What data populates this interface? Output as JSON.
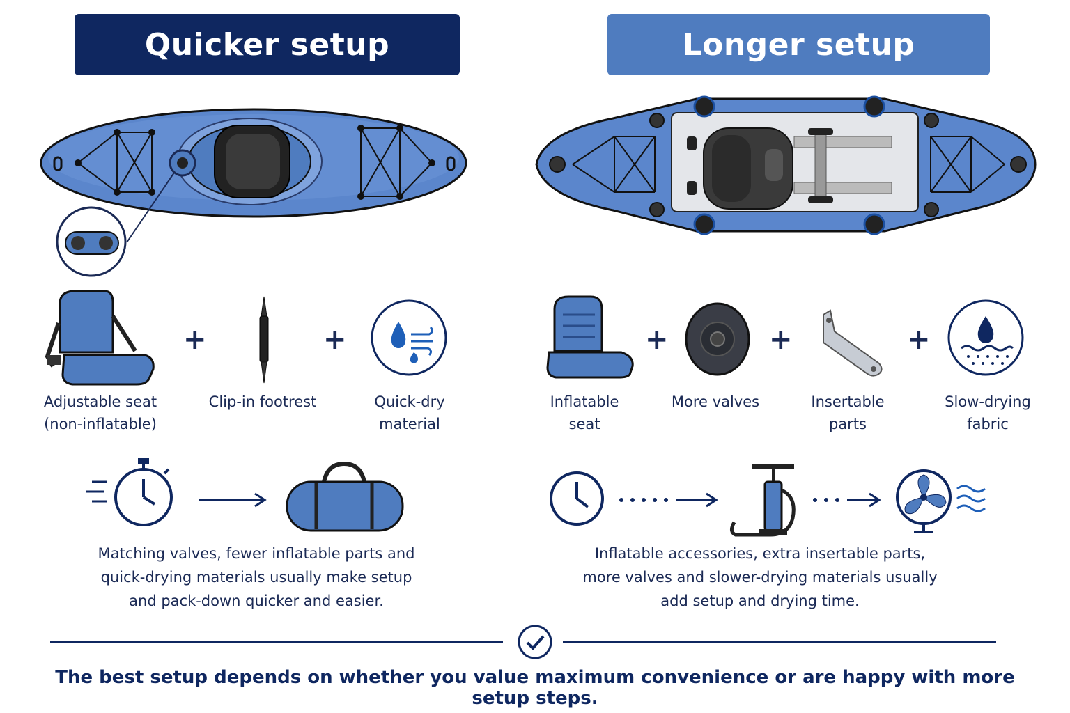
{
  "headers": {
    "left": "Quicker setup",
    "right": "Longer setup"
  },
  "left": {
    "items": [
      {
        "label": "Adjustable seat (non-inflatable)",
        "icon": "seat-icon"
      },
      {
        "label": "Clip-in footrest",
        "icon": "footrest-icon"
      },
      {
        "label": "Quick-dry material",
        "icon": "quick-dry-icon"
      }
    ],
    "caption": "Matching valves, fewer inflatable parts and quick-drying materials usually make setup and pack-down quicker and easier."
  },
  "right": {
    "items": [
      {
        "label": "Inflatable seat",
        "icon": "inflatable-seat-icon"
      },
      {
        "label": "More valves",
        "icon": "valve-icon"
      },
      {
        "label": "Insertable parts",
        "icon": "bracket-icon"
      },
      {
        "label": "Slow-drying fabric",
        "icon": "slow-dry-icon"
      }
    ],
    "caption": "Inflatable accessories, extra insertable parts, more valves and slower-drying materials usually add setup and drying time."
  },
  "plus_sign": "+",
  "bottom_text": "The best setup depends on whether you value maximum convenience or are happy with more setup steps.",
  "colors": {
    "navy": "#0f2760",
    "accent_blue": "#4f7cbf",
    "kayak_blue": "#5b86cc"
  }
}
